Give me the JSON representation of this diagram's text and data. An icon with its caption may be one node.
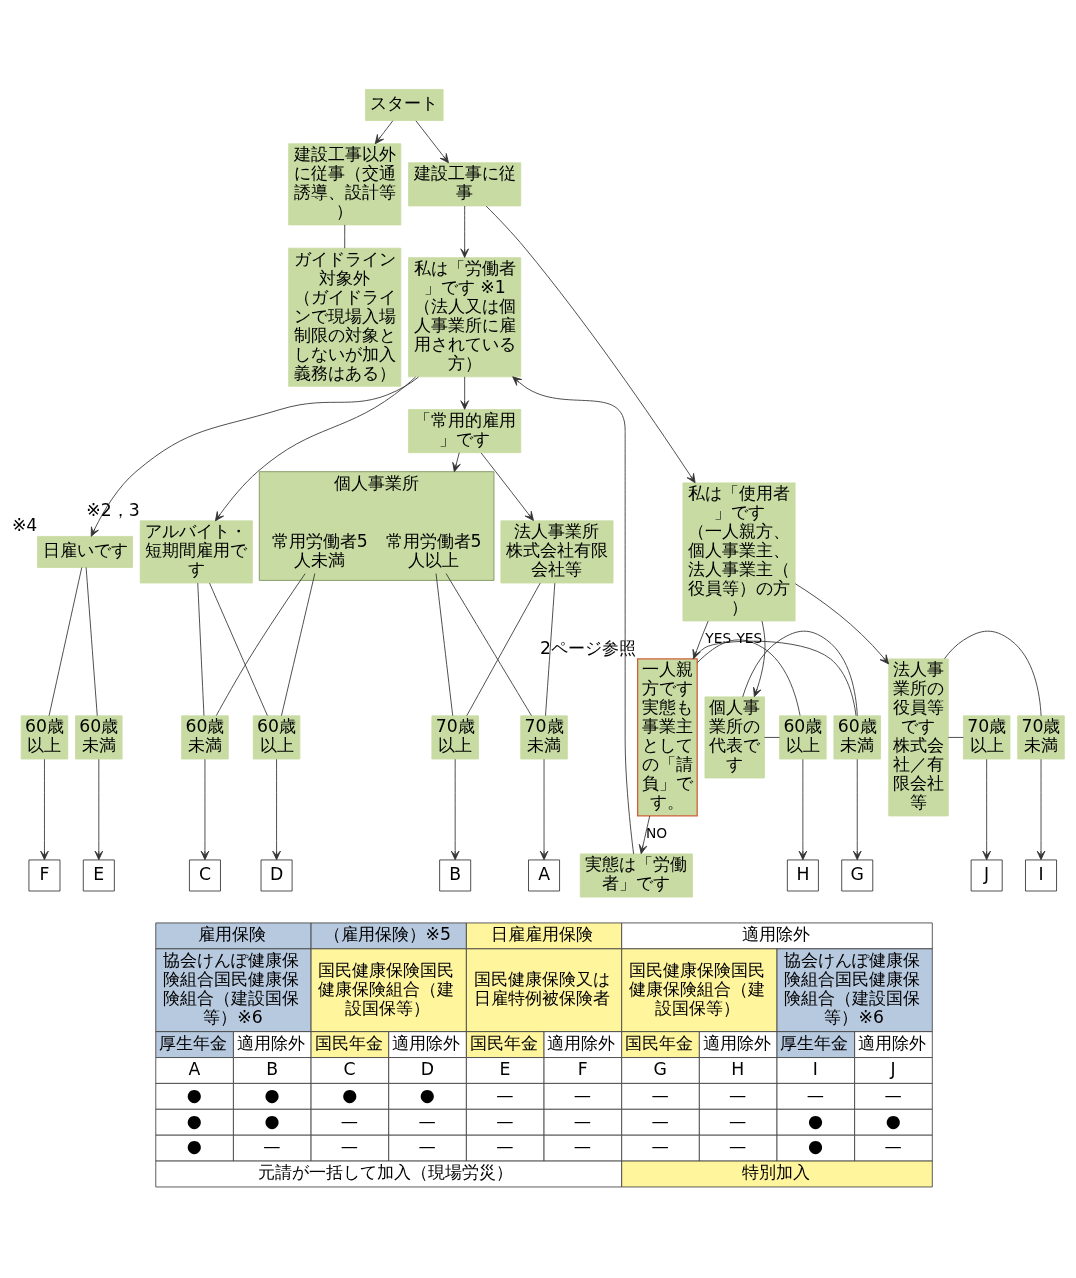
{
  "diagram": {
    "nodes": [
      {
        "text": [
          "スタート"
        ]
      },
      {
        "text": [
          "建設工事以外に従事（交通誘導、設計等）"
        ]
      },
      {
        "text": [
          "ガイドライン対象外",
          "（ガイドラインで現場入場制限の対象としないが加入義務はある）"
        ]
      },
      {
        "text": [
          "建設工事に従事"
        ]
      },
      {
        "text": [
          "私は「労働者」です ※1",
          "（法人又は個人事業所に雇用されている方）"
        ]
      },
      {
        "text": [
          "私は「使用者」です",
          "（一人親方、個人事業主、法人事業主（役員等）の方）"
        ]
      },
      {
        "text": [
          "「常用的雇用」です"
        ]
      },
      {
        "text": [
          "アルバイト・短期間雇用です"
        ],
        "beside": [
          "※2，3"
        ]
      },
      {
        "text": [
          "日雇いです"
        ],
        "beside": [
          "※4"
        ]
      },
      {
        "text": [
          "実態は「労働者」です"
        ]
      },
      {
        "text": [
          "法人事業所",
          "株式会社有限会社等"
        ]
      },
      {
        "text": [
          "個人事業所"
        ]
      },
      {
        "text": [
          "常用労働者5人以上"
        ],
        "in": 11
      },
      {
        "text": [
          "常用労働者5人未満"
        ],
        "in": 11
      },
      {
        "text": [
          "70歳未満"
        ]
      },
      {
        "text": [
          "70歳以上"
        ]
      },
      {
        "text": [
          "一人親方です",
          "実態も事業主としての「請負」です。"
        ],
        "beside": [
          "2ページ参照"
        ]
      },
      {
        "text": [
          "個人事業所の代表です"
        ]
      },
      {
        "text": [
          "法人事業所の役員等です",
          "株式会社／有限会社等"
        ]
      },
      {
        "text": [
          "60歳未満"
        ]
      },
      {
        "text": [
          "60歳以上"
        ]
      },
      {
        "text": [
          "60歳未満"
        ]
      },
      {
        "text": [
          "60歳以上"
        ]
      },
      {
        "text": [
          "60歳未満"
        ]
      },
      {
        "text": [
          "60歳以上"
        ]
      },
      {
        "text": [
          "70歳未満"
        ]
      },
      {
        "text": [
          "70歳以上"
        ]
      },
      {
        "text": [
          "A"
        ]
      },
      {
        "text": [
          "B"
        ]
      },
      {
        "text": [
          "C"
        ]
      },
      {
        "text": [
          "D"
        ]
      },
      {
        "text": [
          "E"
        ]
      },
      {
        "text": [
          "F"
        ]
      },
      {
        "text": [
          "G"
        ]
      },
      {
        "text": [
          "H"
        ]
      },
      {
        "text": [
          "I"
        ]
      },
      {
        "text": [
          "J"
        ]
      }
    ],
    "edges": [
      {
        "from": 0,
        "to": 1,
        "arrow": "to"
      },
      {
        "from": 1,
        "to": 2,
        "arrow": "none"
      },
      {
        "from": 0,
        "to": 3,
        "arrow": "to"
      },
      {
        "from": 3,
        "to": 4,
        "arrow": "to"
      },
      {
        "from": 3,
        "to": 5,
        "arrow": "to"
      },
      {
        "from": 4,
        "to": 6,
        "arrow": "to"
      },
      {
        "from": 4,
        "to": 7,
        "arrow": "to"
      },
      {
        "from": 4,
        "to": 8,
        "arrow": "to"
      },
      {
        "from": 9,
        "to": 4,
        "arrow": "to"
      },
      {
        "from": 6,
        "to": 10,
        "arrow": "to"
      },
      {
        "from": 6,
        "to": 11,
        "arrow": "to"
      },
      {
        "from": 10,
        "to": 14,
        "arrow": "none"
      },
      {
        "from": 10,
        "to": 15,
        "arrow": "none"
      },
      {
        "from": 12,
        "to": 14,
        "arrow": "none"
      },
      {
        "from": 12,
        "to": 15,
        "arrow": "none"
      },
      {
        "from": 7,
        "to": 19,
        "arrow": "none"
      },
      {
        "from": 7,
        "to": 20,
        "arrow": "none"
      },
      {
        "from": 13,
        "to": 19,
        "arrow": "none"
      },
      {
        "from": 13,
        "to": 20,
        "arrow": "none"
      },
      {
        "from": 8,
        "to": 21,
        "arrow": "none"
      },
      {
        "from": 8,
        "to": 22,
        "arrow": "none"
      },
      {
        "from": 5,
        "to": 16,
        "arrow": "to"
      },
      {
        "from": 5,
        "to": 17,
        "arrow": "to"
      },
      {
        "from": 5,
        "to": 18,
        "arrow": "to"
      },
      {
        "from": 16,
        "to": 9,
        "arrow": "to",
        "label": "NO"
      },
      {
        "from": 16,
        "to": 23,
        "arrow": "none",
        "label": "YES"
      },
      {
        "from": 16,
        "to": 24,
        "arrow": "none",
        "label": "YES"
      },
      {
        "from": 17,
        "to": 23,
        "arrow": "none"
      },
      {
        "from": 17,
        "to": 24,
        "arrow": "none"
      },
      {
        "from": 18,
        "to": 25,
        "arrow": "none"
      },
      {
        "from": 18,
        "to": 26,
        "arrow": "none"
      },
      {
        "from": 14,
        "to": 27,
        "arrow": "to"
      },
      {
        "from": 15,
        "to": 28,
        "arrow": "to"
      },
      {
        "from": 19,
        "to": 29,
        "arrow": "to"
      },
      {
        "from": 20,
        "to": 30,
        "arrow": "to"
      },
      {
        "from": 21,
        "to": 31,
        "arrow": "to"
      },
      {
        "from": 22,
        "to": 32,
        "arrow": "to"
      },
      {
        "from": 23,
        "to": 33,
        "arrow": "to"
      },
      {
        "from": 24,
        "to": 34,
        "arrow": "to"
      },
      {
        "from": 25,
        "to": 35,
        "arrow": "to"
      },
      {
        "from": 26,
        "to": 36,
        "arrow": "to"
      }
    ],
    "labels": [
      "雇用保険",
      "（雇用保険）※5",
      "日雇雇用保険",
      "適用除外",
      "協会けんぽ健康保険組合国民健康保険組合（建設国保等）※6",
      "国民健康保険国民健康保険組合（建設国保等）",
      "国民健康保険又は日雇特例被保険者",
      "国民健康保険国民健康保険組合（建設国保等）",
      "協会けんぽ健康保険組合国民健康保険組合（建設国保等）※6",
      "厚生年金",
      "適用除外",
      "国民年金",
      "適用除外",
      "国民年金",
      "適用除外",
      "国民年金",
      "適用除外",
      "厚生年金",
      "適用除外",
      "A",
      "B",
      "C",
      "D",
      "E",
      "F",
      "G",
      "H",
      "I",
      "J",
      "●",
      "●",
      "●",
      "●",
      "—",
      "—",
      "—",
      "—",
      "—",
      "—",
      "●",
      "●",
      "—",
      "—",
      "—",
      "—",
      "—",
      "—",
      "●",
      "●",
      "●",
      "—",
      "—",
      "—",
      "—",
      "—",
      "—",
      "—",
      "●",
      "—",
      "元請が一括して加入（現場労災）",
      "特別加入"
    ]
  }
}
